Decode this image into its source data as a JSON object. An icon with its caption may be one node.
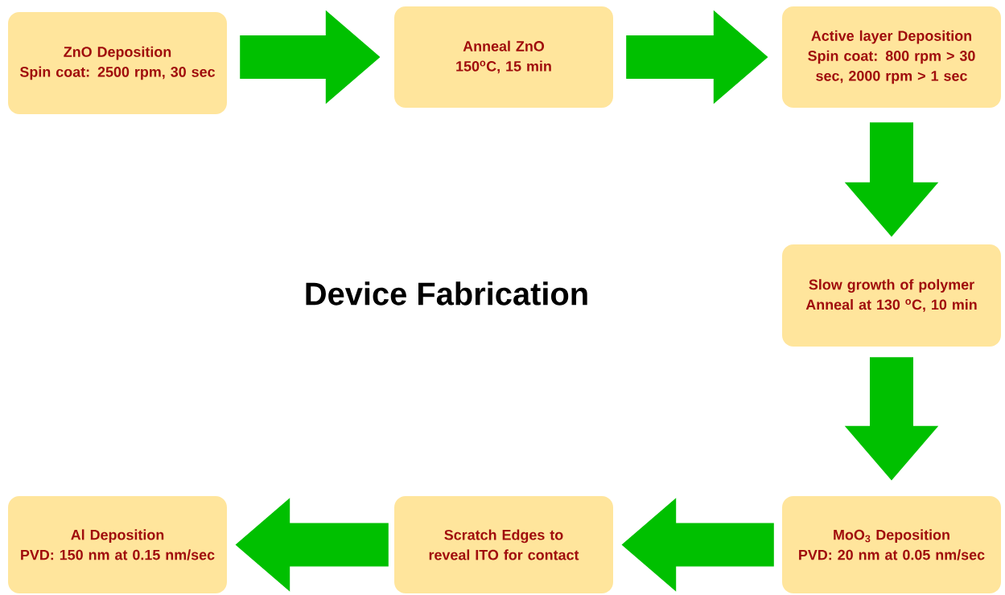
{
  "diagram": {
    "title": "Device Fabrication",
    "nodes": [
      {
        "text": [
          "ZnO Deposition",
          "Spin coat: 2500 rpm, 30 sec"
        ]
      },
      {
        "text": [
          "Anneal ZnO",
          "150$^{o}$C, 15 min"
        ]
      },
      {
        "text": [
          "Active layer Deposition",
          "Spin coat: 800 rpm > 30 sec, 2000 rpm > 1 sec"
        ]
      },
      {
        "text": [
          "Slow growth of polymer",
          "Anneal at 130 $^{o}$C, 10 min"
        ]
      },
      {
        "text": [
          "MoO$_{3}$ Deposition",
          "PVD: 20 nm at 0.05 nm/sec"
        ]
      },
      {
        "text": [
          "Scratch Edges to reveal ITO for contact"
        ]
      },
      {
        "text": [
          "Al Deposition",
          "PVD: 150 nm at 0.15 nm/sec"
        ]
      }
    ],
    "edges": [
      {
        "from": 0,
        "to": 1,
        "arrow": "to"
      },
      {
        "from": 1,
        "to": 2,
        "arrow": "to"
      },
      {
        "from": 2,
        "to": 3,
        "arrow": "to"
      },
      {
        "from": 3,
        "to": 4,
        "arrow": "to"
      },
      {
        "from": 4,
        "to": 5,
        "arrow": "to"
      },
      {
        "from": 5,
        "to": 6,
        "arrow": "to"
      }
    ]
  }
}
